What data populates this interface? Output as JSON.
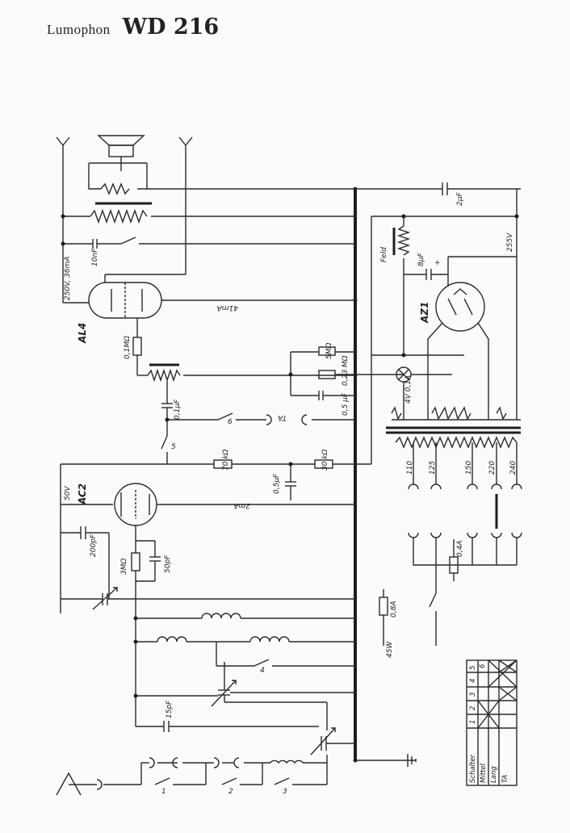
{
  "header": {
    "brand": "Lumophon",
    "model": "WD 216"
  },
  "tubes": {
    "output": "AL4",
    "detector": "AC2",
    "rectifier": "AZ1"
  },
  "labels": {
    "speaker_current": "250V, 36mA",
    "cap_10nf": "10nF",
    "al4_current": "41mA",
    "res_01mohm": "0,1MΩ",
    "cap_01uf": "0,1μF",
    "res_5mohm": "5MΩ",
    "res_023mohm": "0,23 MΩ",
    "cap_05uf_right": "0,5 μF",
    "tone_pickup": "TA",
    "res_70kohm": "70 kΩ",
    "res_30kohm": "30 kΩ",
    "cap_05uf": "0,5μF",
    "ac2_voltage": "50V",
    "ac2_current": "2mA",
    "cap_200pf": "200pF",
    "res_3mohm": "3MΩ",
    "cap_50pf": "50pF",
    "cap_15pf": "15pF",
    "cap_2uf": "2μF",
    "field": "Feld",
    "cap_8uf": "8μF",
    "v255": "255V",
    "lamp": "4V 0,1A",
    "fuse_04a": "0,4A",
    "fuse_08a": "0,8A",
    "power": "45W",
    "taps": [
      "110",
      "125",
      "150",
      "220",
      "240"
    ],
    "switch_numbers": [
      "1",
      "2",
      "3",
      "4",
      "5",
      "6"
    ]
  },
  "switch_table": {
    "header": [
      "Schalter",
      "1",
      "2",
      "3",
      "4",
      "5",
      "6"
    ],
    "rows": [
      "Mittel",
      "Lang",
      "TA"
    ]
  }
}
